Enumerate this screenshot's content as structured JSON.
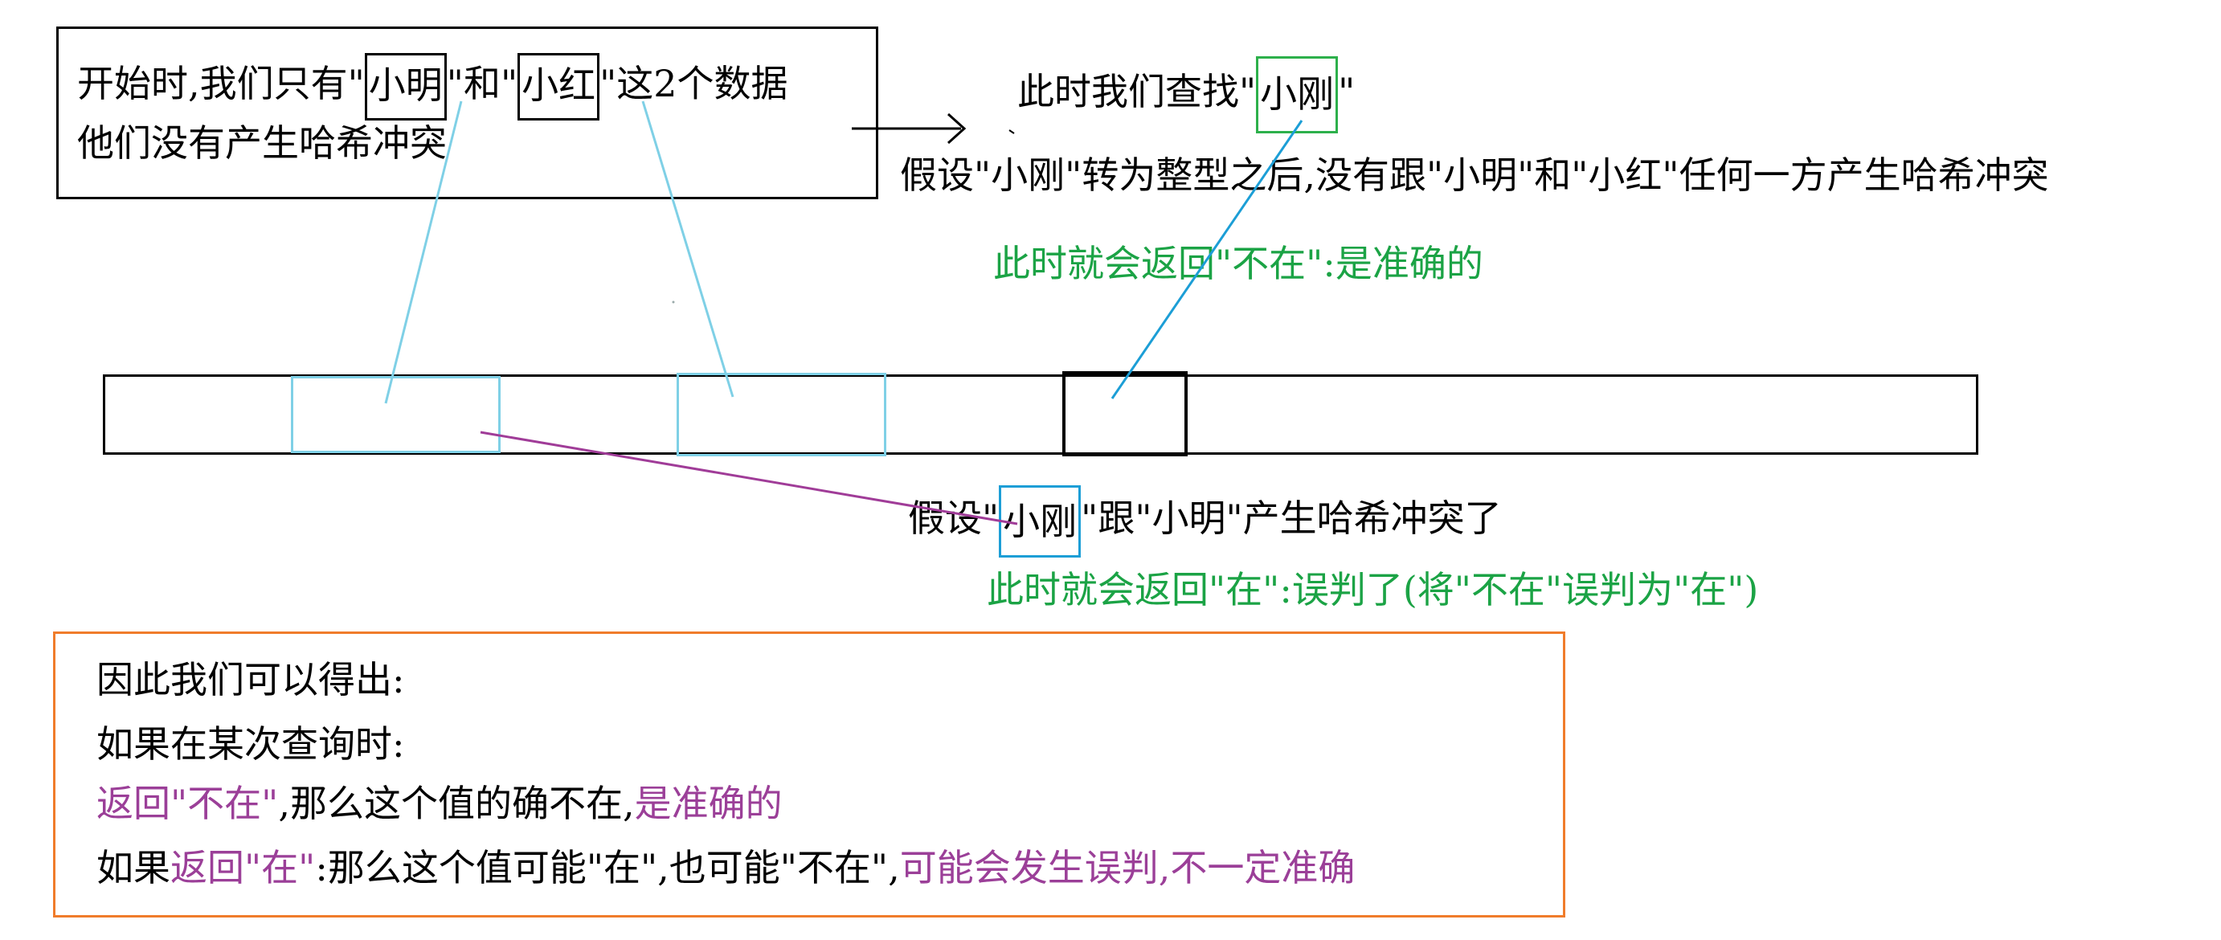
{
  "colors": {
    "black": "#000000",
    "green": "#1ba345",
    "purple": "#9b3f98",
    "orange": "#f07c2b",
    "light_blue": "#7fd0e6",
    "blue_line": "#1c9ed6",
    "green_box": "#2db04b",
    "magenta_line": "#a03c98"
  },
  "intro": {
    "line1_a": "开始时,我们只有\"",
    "name1": "小明",
    "line1_b": "\"和\"",
    "name2": "小红",
    "line1_c": "\"这2个数据",
    "line2": "他们没有产生哈希冲突"
  },
  "arrow": {
    "symbol": "→"
  },
  "query": {
    "line_a": "此时我们查找\"",
    "name": "小刚",
    "line_b": "\""
  },
  "assumption1": {
    "text": "假设\"小刚\"转为整型之后,没有跟\"小明\"和\"小红\"任何一方产生哈希冲突"
  },
  "result1": {
    "text": "此时就会返回\"不在\":是准确的"
  },
  "assumption2": {
    "text_a": "假设\"",
    "name": "小刚",
    "text_b": "\"跟\"小明\"产生哈希冲突了"
  },
  "result2": {
    "text": "此时就会返回\"在\":误判了(将\"不在\"误判为\"在\")"
  },
  "conclusion": {
    "line1": "因此我们可以得出:",
    "line2": "如果在某次查询时:",
    "line3_a": "返回\"不在\"",
    "line3_b": ",那么这个值的确不在,",
    "line3_c": "是准确的",
    "line4_a": "如果",
    "line4_b": "返回\"在\"",
    "line4_c": ":那么这个值可能\"在\",也可能\"不在\",",
    "line4_d": "可能会发生误判,不一定准确"
  }
}
